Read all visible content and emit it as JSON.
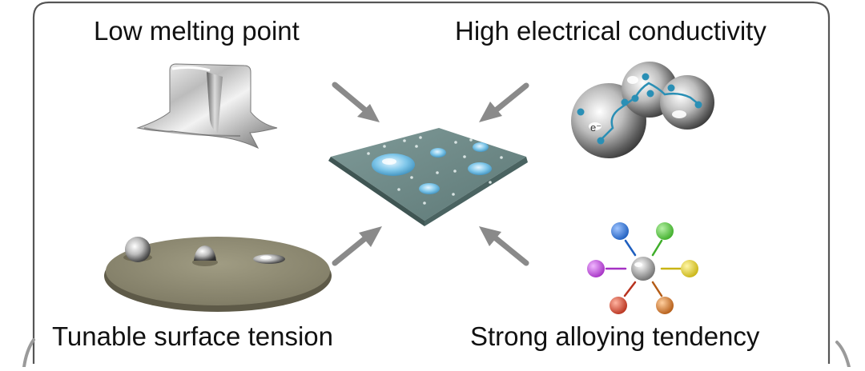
{
  "labels": {
    "top_left": "Low melting point",
    "top_right": "High electrical conductivity",
    "bottom_left": "Tunable surface tension",
    "bottom_right": "Strong alloying tendency"
  },
  "electron_symbol": "e⁻",
  "icons": {
    "center": "liquid-metal-droplets-on-plate",
    "top_left": "melting-metal-cube",
    "top_right": "conductive-spheres-electron-path",
    "bottom_left": "droplets-on-disc",
    "bottom_right": "alloying-atoms"
  },
  "colors": {
    "frame": "#555555",
    "arrow": "#8a8a8a",
    "plate": "#6f8c8a",
    "disc": "#8e8a72",
    "electron": "#2a8fb5",
    "atom_blue": "#1f5fbf",
    "atom_green": "#3fae2a",
    "atom_purple": "#a531c4",
    "atom_yellow": "#d8c51c",
    "atom_red": "#b8321e",
    "atom_orange": "#b45c16"
  }
}
